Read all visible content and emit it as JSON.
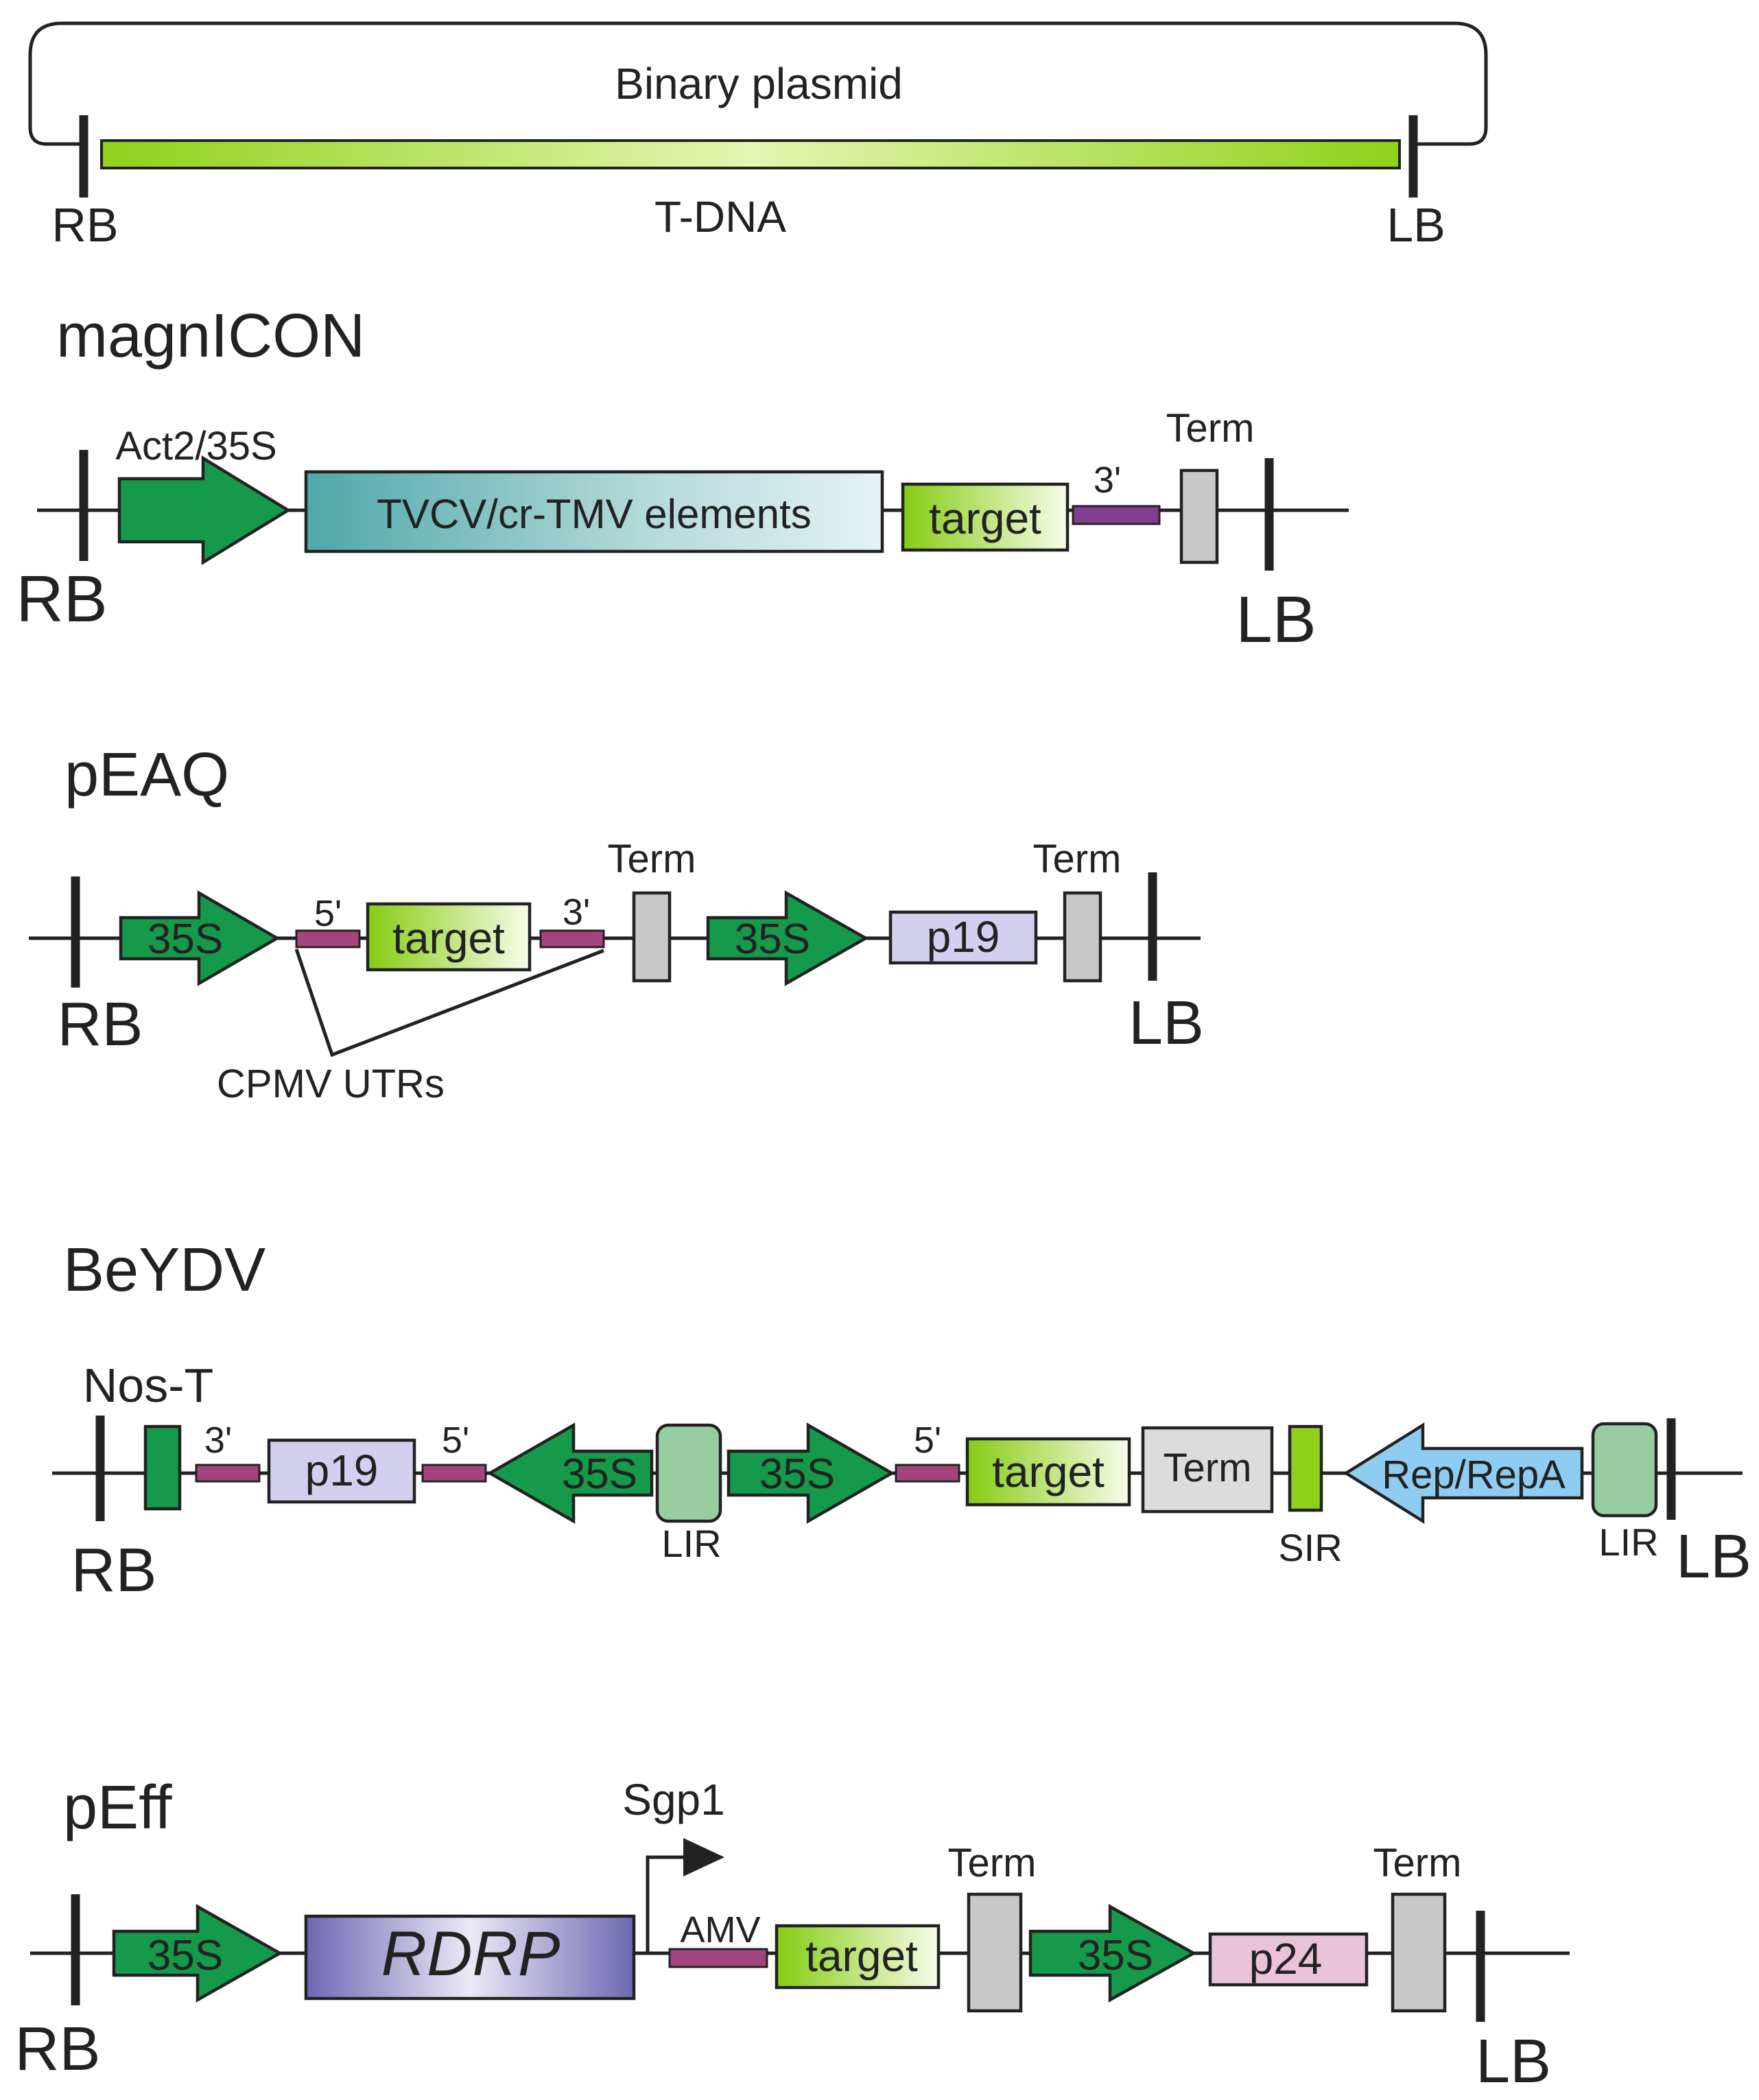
{
  "colors": {
    "ink": "#222222",
    "promoter_green": "#15994a",
    "target_green": "#8fd11a",
    "tdna_green": "#a9e02c",
    "utr_magenta": "#a3447e",
    "utr_purple": "#7e3f8e",
    "term_gray": "#c8c8c8",
    "p19_lavender": "#d2d0ee",
    "lir_green": "#97cda1",
    "rep_blue": "#8fcdf0",
    "rdrp_blue": "#7a74b8",
    "p24_pink": "#e9c3d7",
    "tvcv_teal": "#4fa8aa"
  },
  "binary_plasmid": {
    "title": "Binary plasmid",
    "tdna_label": "T-DNA",
    "rb": "RB",
    "lb": "LB"
  },
  "magnicon": {
    "name": "magnICON",
    "promoter": "Act2/35S",
    "elements": "TVCV/cr-TMV elements",
    "target": "target",
    "utr3": "3'",
    "term": "Term",
    "rb": "RB",
    "lb": "LB"
  },
  "peaq": {
    "name": "pEAQ",
    "promoter1": "35S",
    "utr5": "5'",
    "target": "target",
    "utr3": "3'",
    "term1": "Term",
    "promoter2": "35S",
    "p19": "p19",
    "term2": "Term",
    "utr_note": "CPMV UTRs",
    "rb": "RB",
    "lb": "LB"
  },
  "beydv": {
    "name": "BeYDV",
    "nos": "Nos-T",
    "utr3": "3'",
    "p19": "p19",
    "utr5a": "5'",
    "promoter_rev": "35S",
    "lir1": "LIR",
    "promoter_fwd": "35S",
    "utr5b": "5'",
    "target": "target",
    "term": "Term",
    "sir": "SIR",
    "rep": "Rep/RepA",
    "lir2": "LIR",
    "rb": "RB",
    "lb": "LB"
  },
  "peff": {
    "name": "pEff",
    "promoter1": "35S",
    "rdrp": "RDRP",
    "sgp": "Sgp1",
    "amv": "AMV",
    "target": "target",
    "term1": "Term",
    "promoter2": "35S",
    "p24": "p24",
    "term2": "Term",
    "rb": "RB",
    "lb": "LB"
  }
}
